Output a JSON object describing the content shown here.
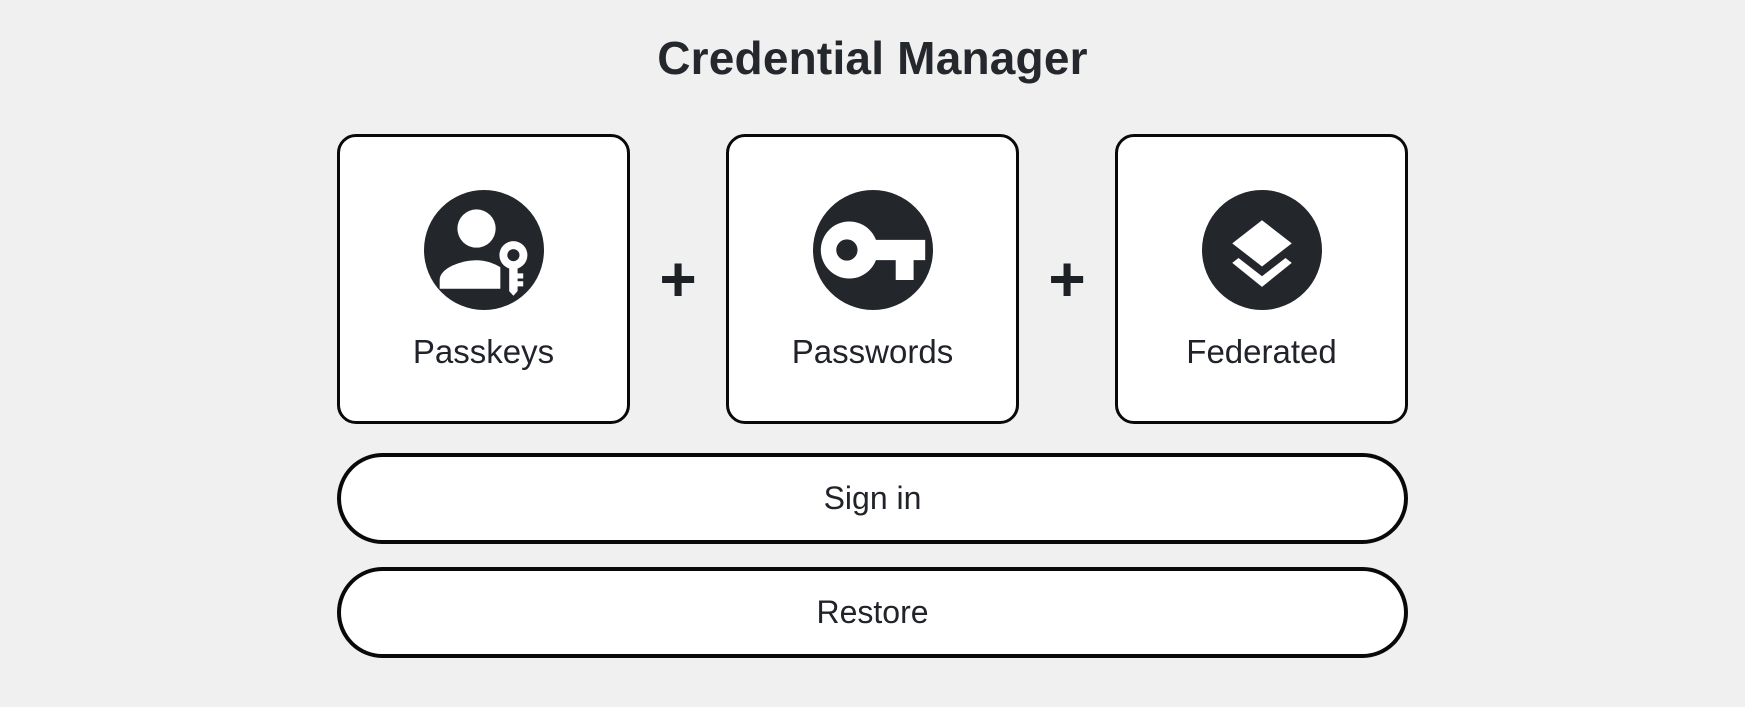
{
  "page": {
    "title": "Credential Manager",
    "background_color": "#F0F0F1"
  },
  "colors": {
    "card_background": "#FFFFFF",
    "outline": "#08090B",
    "icon_badge_background": "#23262B",
    "text": "#202329"
  },
  "credential_cards": [
    {
      "label": "Passkeys",
      "icon": "passkey-icon"
    },
    {
      "label": "Passwords",
      "icon": "key-icon"
    },
    {
      "label": "Federated",
      "icon": "layers-icon"
    }
  ],
  "plus_separator": "+",
  "buttons": [
    {
      "label": "Sign in"
    },
    {
      "label": "Restore"
    }
  ]
}
